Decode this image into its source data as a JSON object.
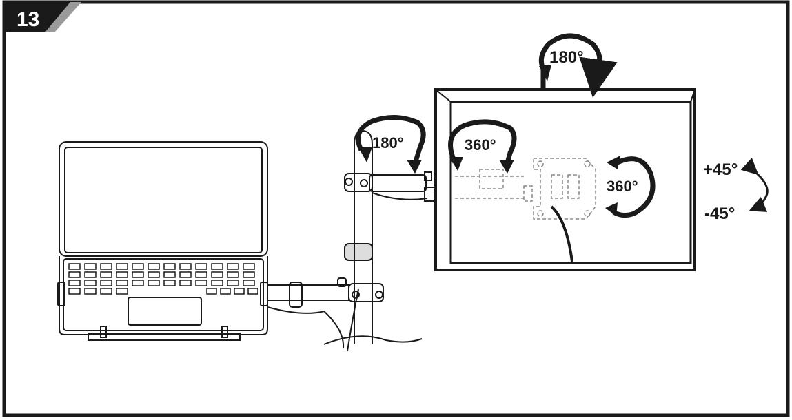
{
  "step": {
    "number": "13"
  },
  "rotations": {
    "monitor_top": "180°",
    "pole_joint": "180°",
    "arm_joint": "360°",
    "vesa_plate": "360°"
  },
  "tilt": {
    "up": "+45°",
    "down": "-45°"
  },
  "colors": {
    "line": "#1a1a1a",
    "badge": "#1a1a1a",
    "badge_slash": "#9a9a9a",
    "arrow": "#2a2a2a"
  }
}
